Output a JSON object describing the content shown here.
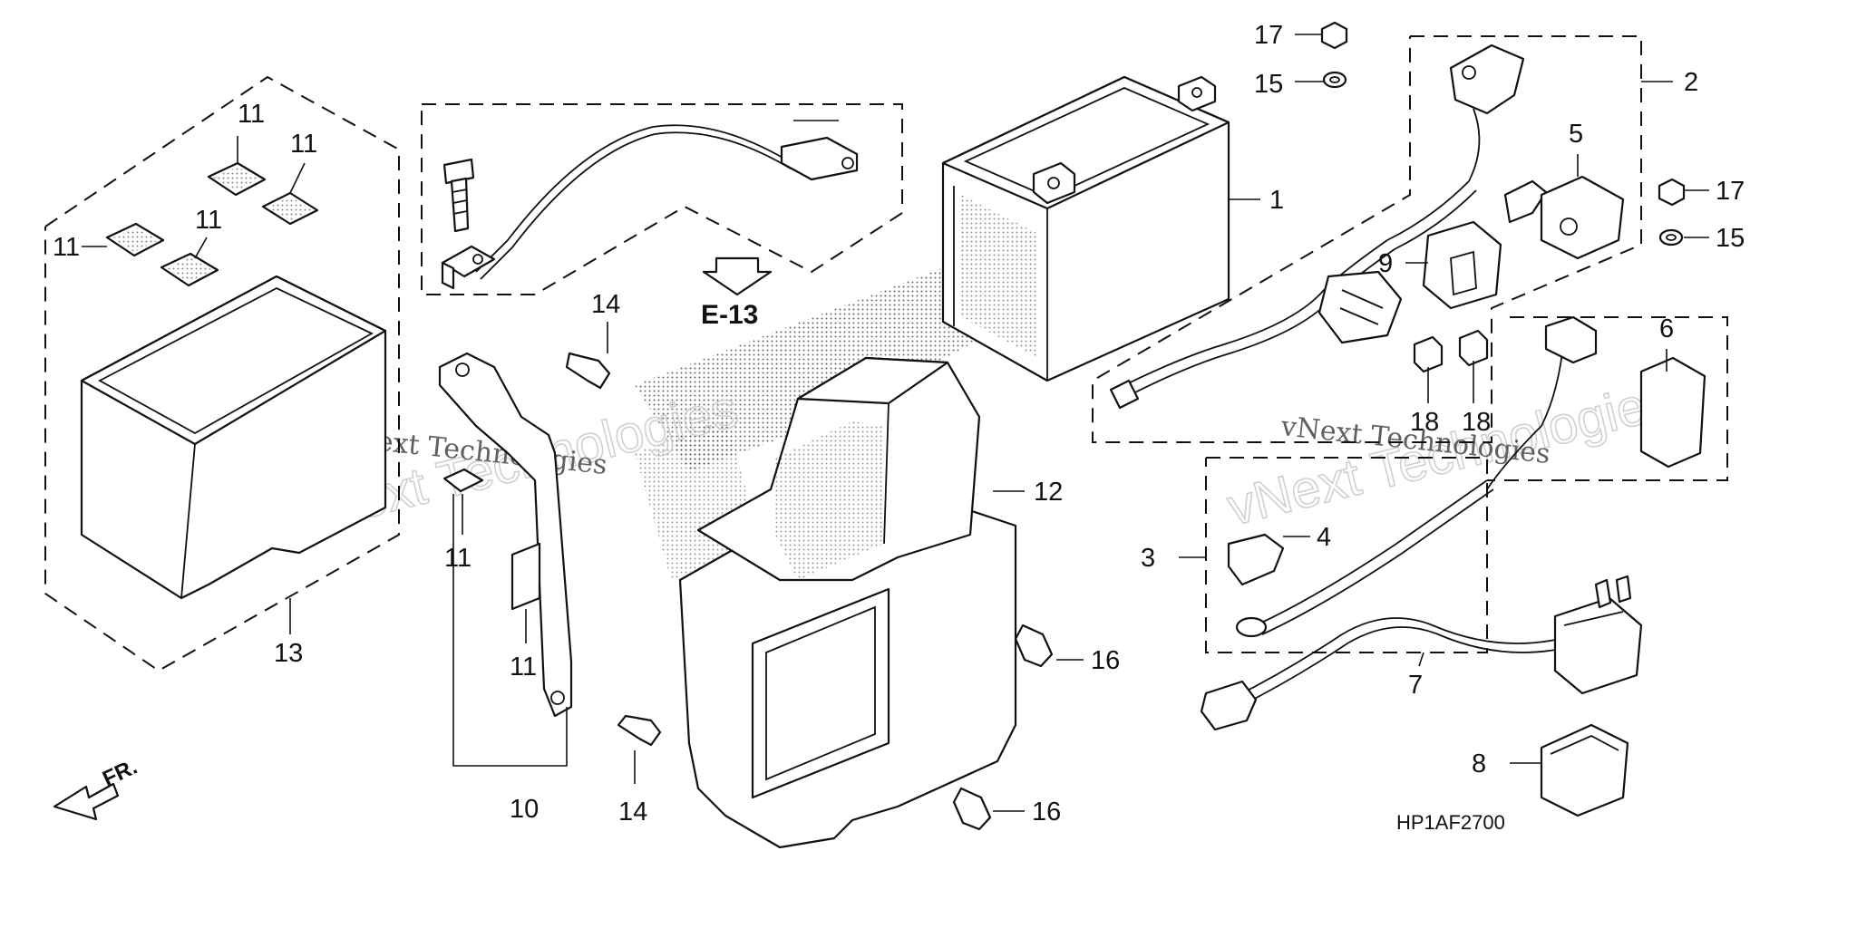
{
  "diagram": {
    "parts": {
      "p1": "1",
      "p2": "2",
      "p3": "3",
      "p4": "4",
      "p5": "5",
      "p6": "6",
      "p7": "7",
      "p8": "8",
      "p9": "9",
      "p10": "10",
      "p12": "12",
      "p13": "13",
      "p14": "14",
      "p15": "15",
      "p16": "16",
      "p17": "17",
      "p18": "18",
      "p11": "11"
    },
    "reference": "E-13",
    "drawing_code": "HP1AF2700",
    "front_label": "FR.",
    "watermark": {
      "line1": "vNext Technologies",
      "line2": "vNext Technologies"
    }
  }
}
